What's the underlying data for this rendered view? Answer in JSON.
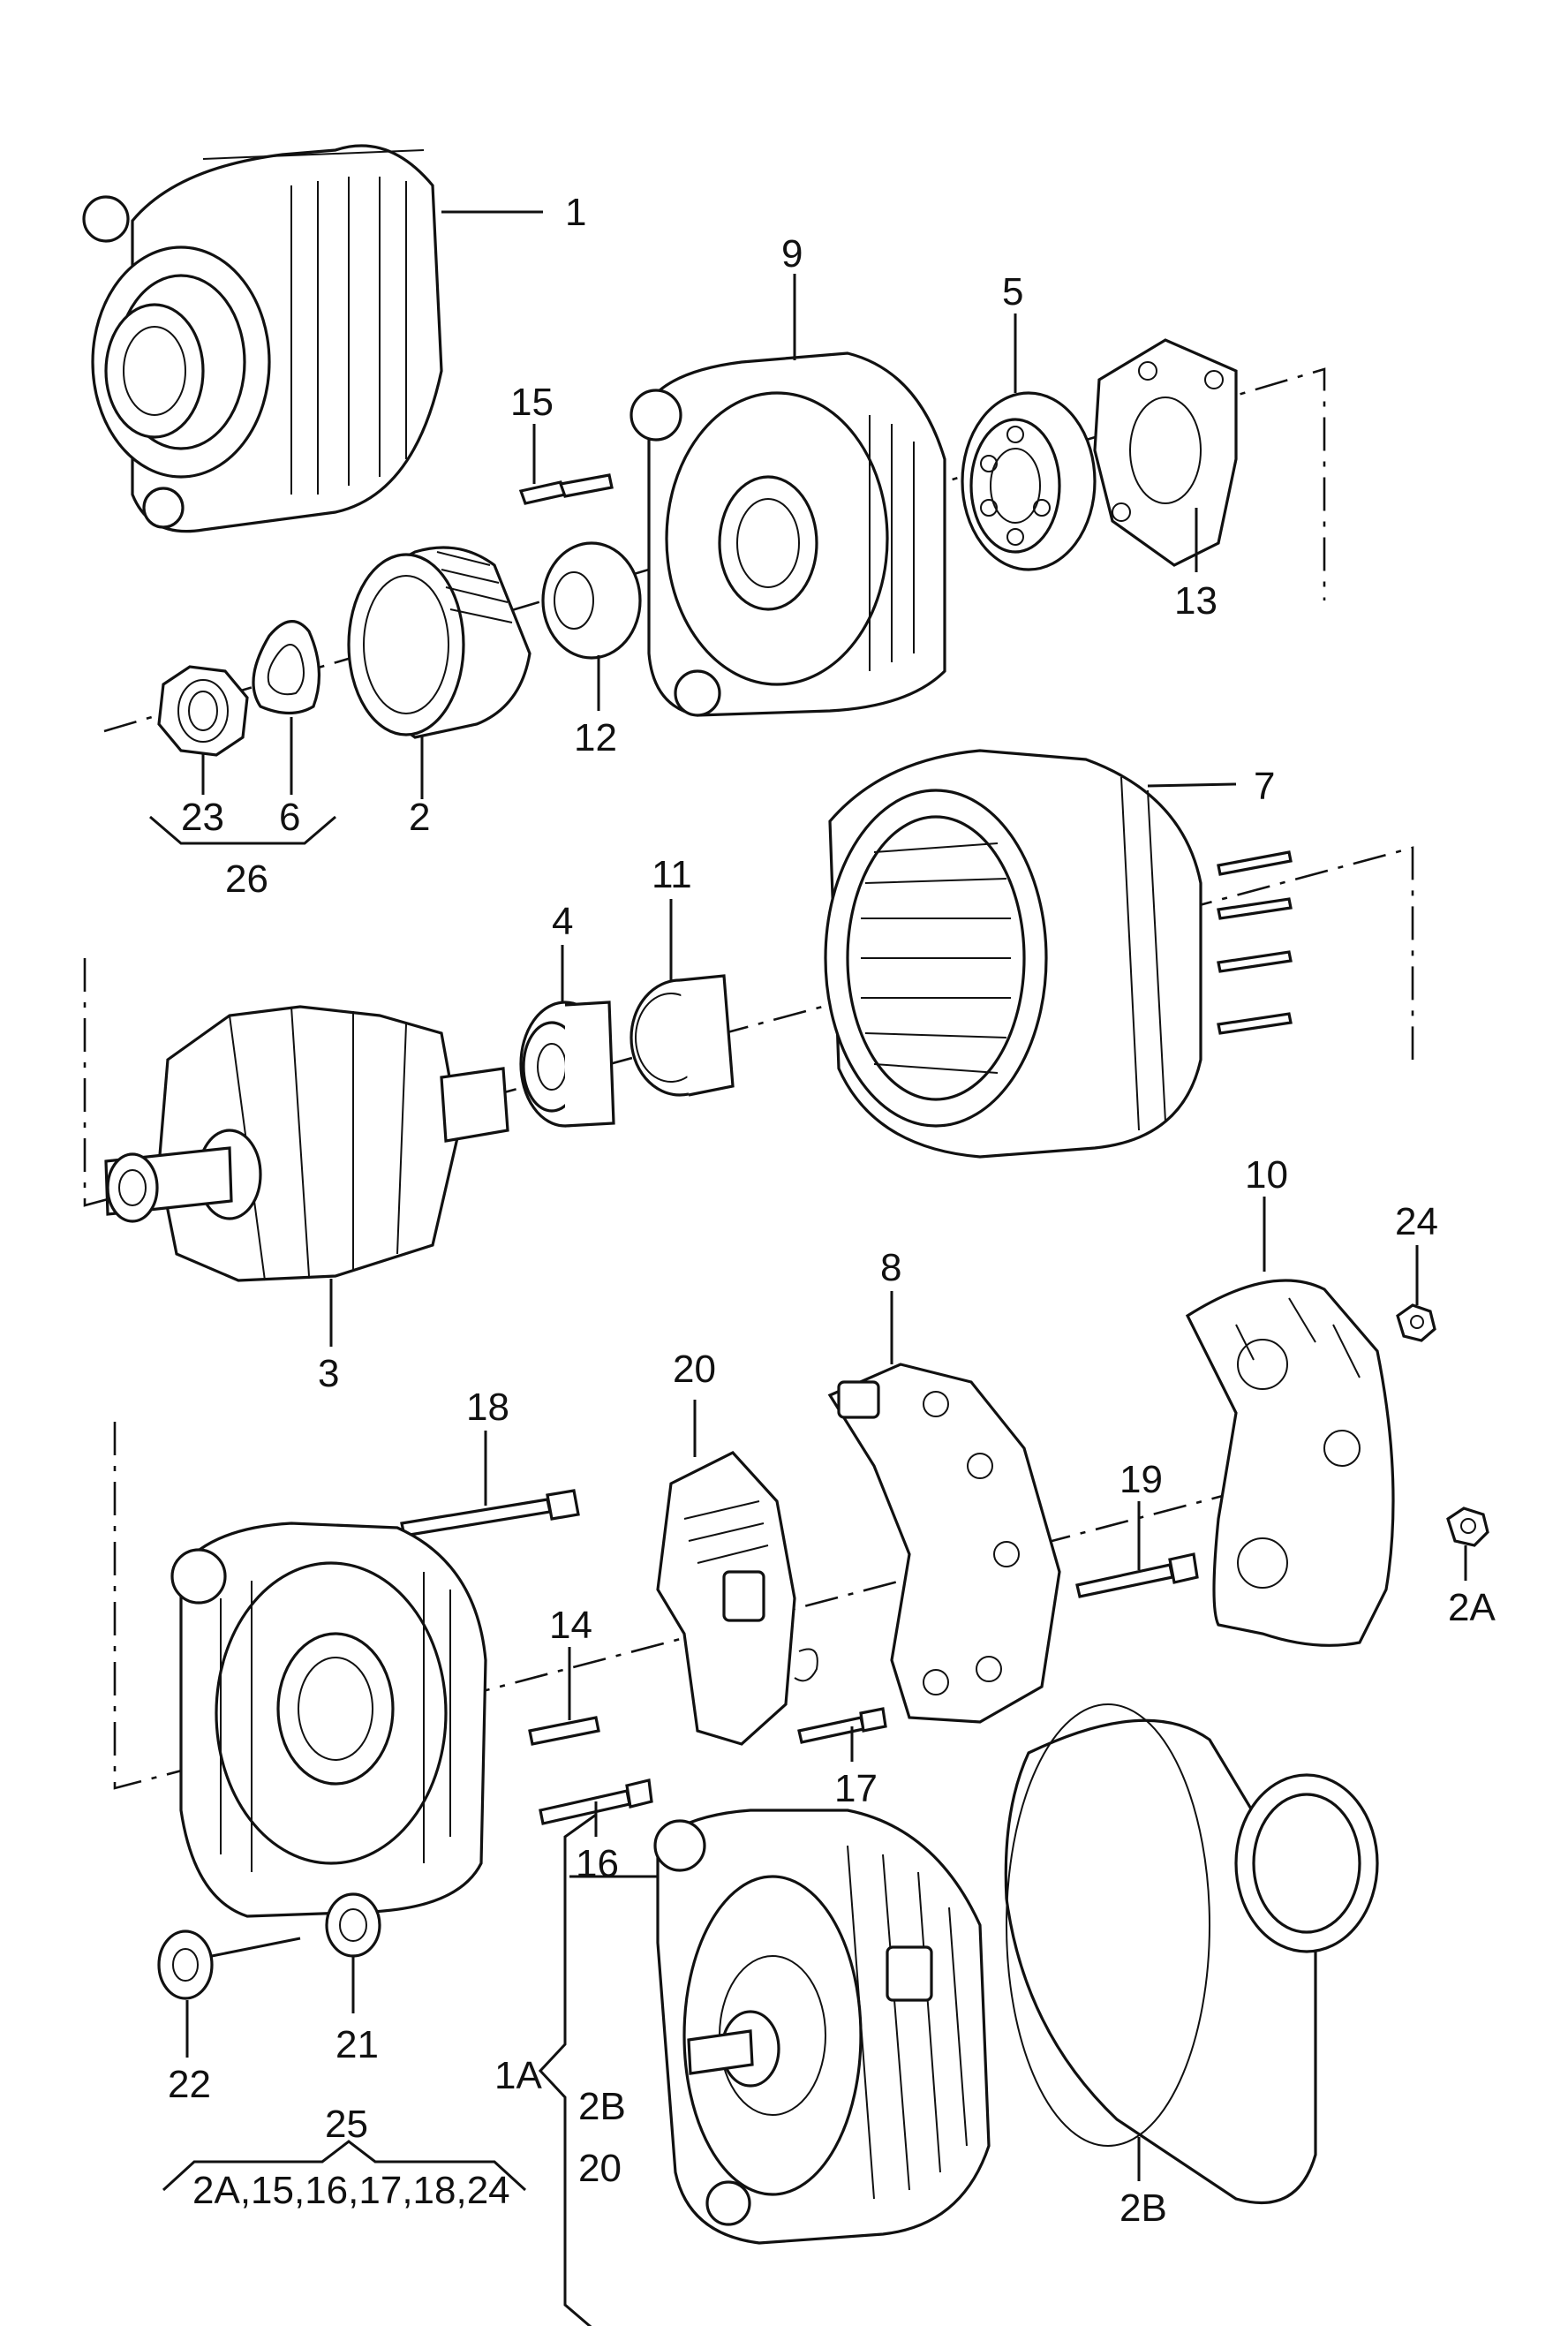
{
  "colors": {
    "ink": "#111111",
    "paper": "#ffffff"
  },
  "labels": {
    "p1": "1",
    "p9": "9",
    "p5": "5",
    "p15": "15",
    "p13": "13",
    "p12": "12",
    "p23": "23",
    "p6": "6",
    "p2": "2",
    "p26": "26",
    "p7": "7",
    "p11": "11",
    "p4": "4",
    "p3": "3",
    "p10": "10",
    "p24": "24",
    "p8": "8",
    "p20": "20",
    "p18": "18",
    "p19": "19",
    "p2a": "2A",
    "p14": "14",
    "p17": "17",
    "p16": "16",
    "p22": "22",
    "p21": "21",
    "p25": "25",
    "p25list": "2A,15,16,17,18,24",
    "p1a": "1A",
    "p2b_group": "2B",
    "p20_group": "20",
    "p2b": "2B"
  }
}
